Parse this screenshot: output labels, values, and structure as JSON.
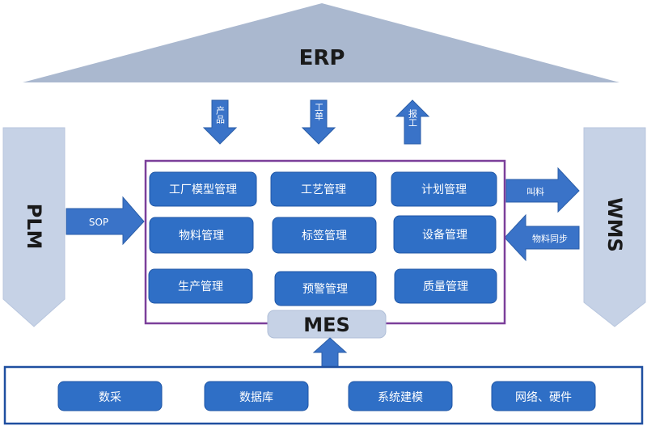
{
  "erp": {
    "label": "ERP"
  },
  "plm": {
    "label": "PLM"
  },
  "wms": {
    "label": "WMS"
  },
  "mes": {
    "label": "MES"
  },
  "arrows": {
    "product": "产品",
    "workorder": "工单",
    "report": "报工",
    "sop": "SOP",
    "call_material": "叫料",
    "material_sync": "物料同步"
  },
  "modules": [
    "工厂模型管理",
    "工艺管理",
    "计划管理",
    "物料管理",
    "标签管理",
    "设备管理",
    "生产管理",
    "预警管理",
    "质量管理"
  ],
  "base": [
    "数采",
    "数据库",
    "系统建模",
    "网络、硬件"
  ],
  "colors": {
    "module_blue": "#2f6fc6",
    "mes_frame": "#7b3f9a",
    "base_frame": "#1f4fa0",
    "gray_blue": "#aab8cf",
    "side_light": "#c6d2e6"
  }
}
